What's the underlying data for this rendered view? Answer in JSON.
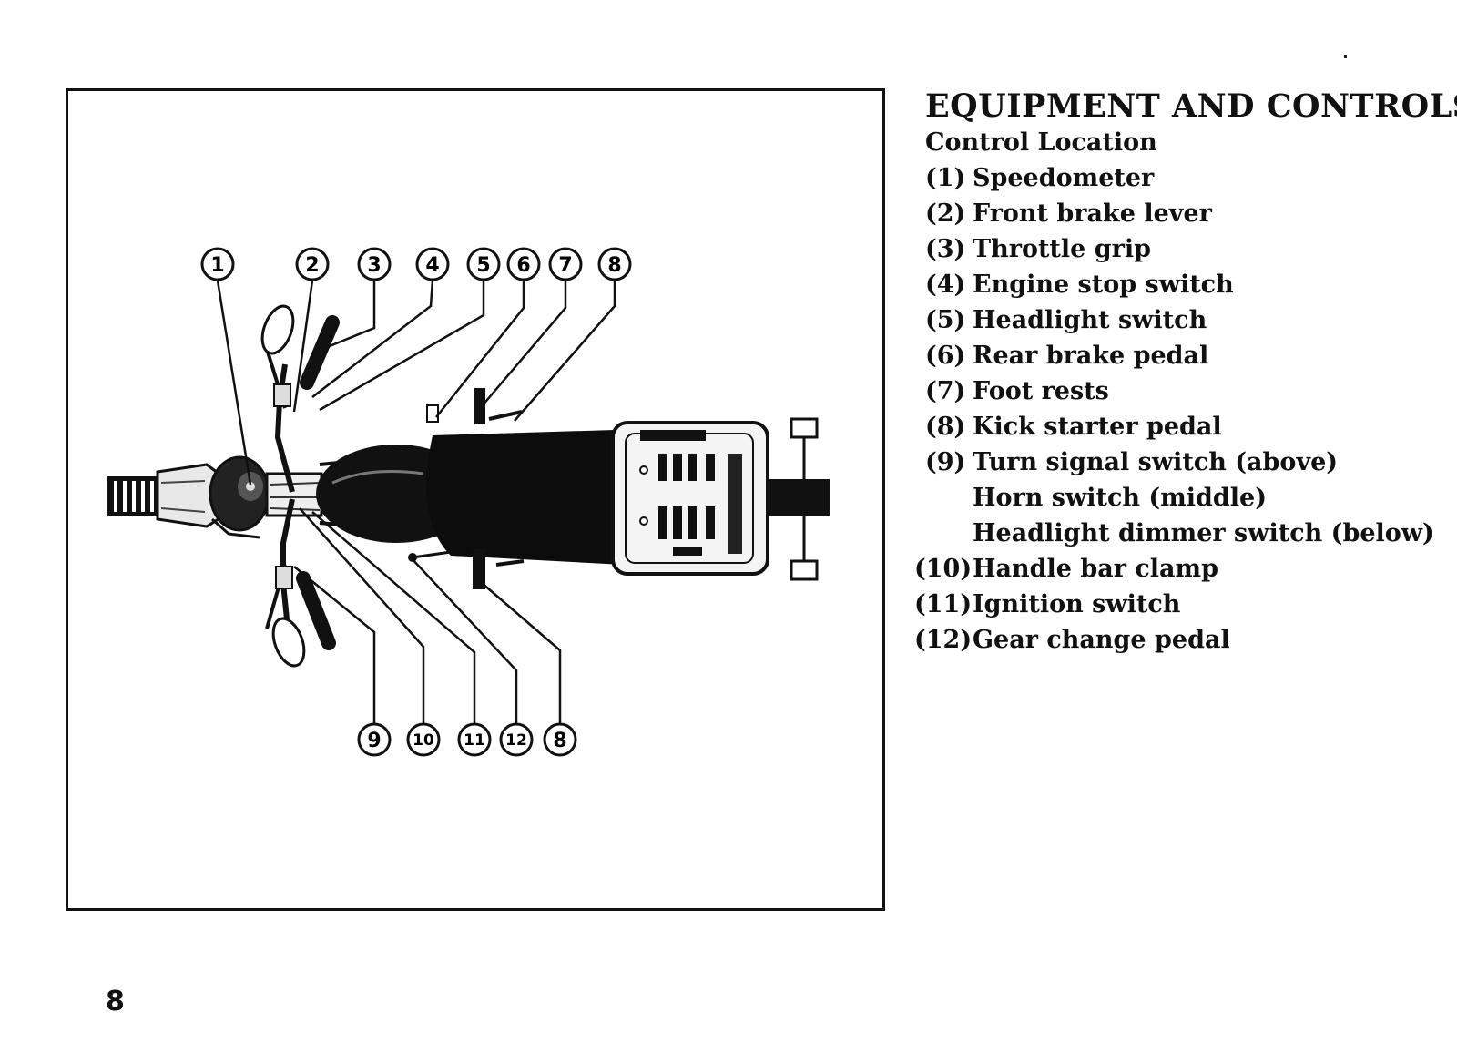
{
  "heading": "EQUIPMENT AND CONTROLS",
  "subheading": "Control Location",
  "items": [
    {
      "num": "(1)",
      "label": "Speedometer"
    },
    {
      "num": "(2)",
      "label": "Front brake lever"
    },
    {
      "num": "(3)",
      "label": "Throttle grip"
    },
    {
      "num": "(4)",
      "label": "Engine stop switch"
    },
    {
      "num": "(5)",
      "label": "Headlight switch"
    },
    {
      "num": "(6)",
      "label": "Rear brake pedal"
    },
    {
      "num": "(7)",
      "label": "Foot rests"
    },
    {
      "num": "(8)",
      "label": "Kick starter pedal"
    },
    {
      "num": "(9)",
      "label": "Turn signal switch (above)"
    },
    {
      "num": "(10)",
      "label": "Handle bar clamp"
    },
    {
      "num": "(11)",
      "label": "Ignition switch"
    },
    {
      "num": "(12)",
      "label": "Gear change pedal"
    }
  ],
  "item9_continuation": [
    "Horn switch (middle)",
    "Headlight dimmer switch (below)"
  ],
  "figure": {
    "top_callouts": [
      "1",
      "2",
      "3",
      "4",
      "5",
      "6",
      "7",
      "8"
    ],
    "bottom_callouts": [
      "9",
      "10",
      "11",
      "12",
      "8"
    ]
  },
  "page_number": "8"
}
